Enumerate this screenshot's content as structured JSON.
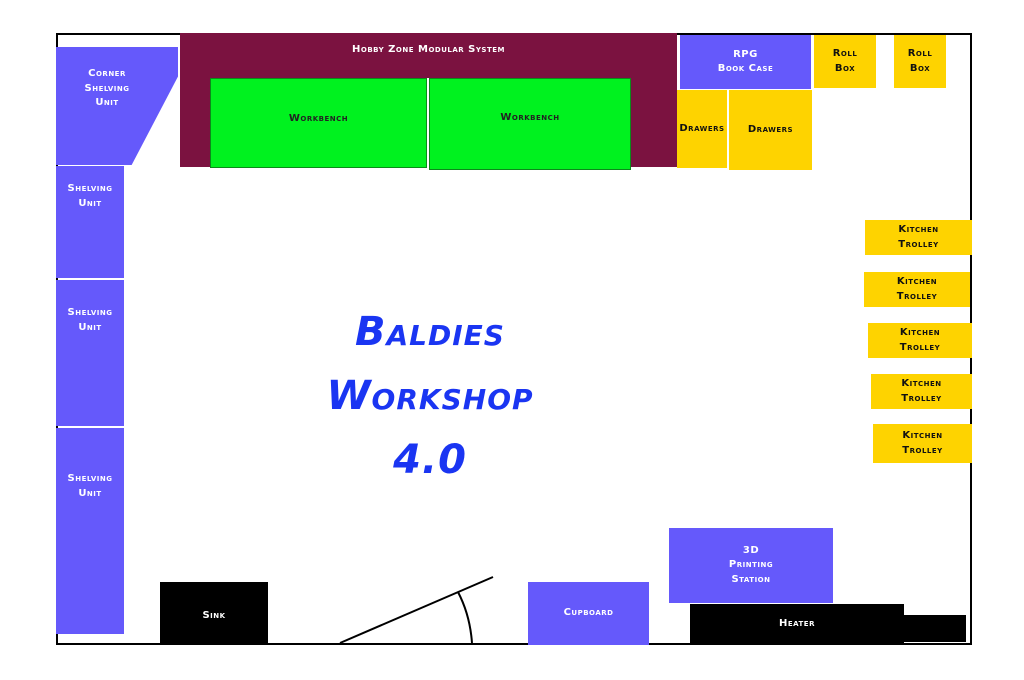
{
  "plan": {
    "title": "Baldies\nWorkshop\n4.0",
    "corner_shelving_label": "Corner\nShelving\nUnit",
    "shelving_1_label": "Shelving\nUnit",
    "shelving_2_label": "Shelving\nUnit",
    "shelving_3_label": "Shelving\nUnit",
    "hobby_zone_label": "Hobby Zone Modular System",
    "workbench_1_label": "Workbench",
    "workbench_2_label": "Workbench",
    "rpg_bookcase_label": "RPG\nBook Case",
    "roll_box_1_label": "Roll\nBox",
    "roll_box_2_label": "Roll\nBox",
    "drawers_1_label": "Drawers",
    "drawers_2_label": "Drawers",
    "kitchen_trolley_1_label": "Kitchen\nTrolley",
    "kitchen_trolley_2_label": "Kitchen\nTrolley",
    "kitchen_trolley_3_label": "Kitchen\nTrolley",
    "kitchen_trolley_4_label": "Kitchen\nTrolley",
    "kitchen_trolley_5_label": "Kitchen\nTrolley",
    "printing_station_label": "3D\nPrinting\nStation",
    "sink_label": "Sink",
    "cupboard_label": "Cupboard",
    "heater_label": "Heater"
  },
  "colors": {
    "furniture_blue": "#6559fb",
    "workbench_green": "#00f21f",
    "storage_yellow": "#fed300",
    "hobby_zone_maroon": "#7b1240",
    "fixture_black": "#000000",
    "title_blue": "#1a35f2"
  }
}
